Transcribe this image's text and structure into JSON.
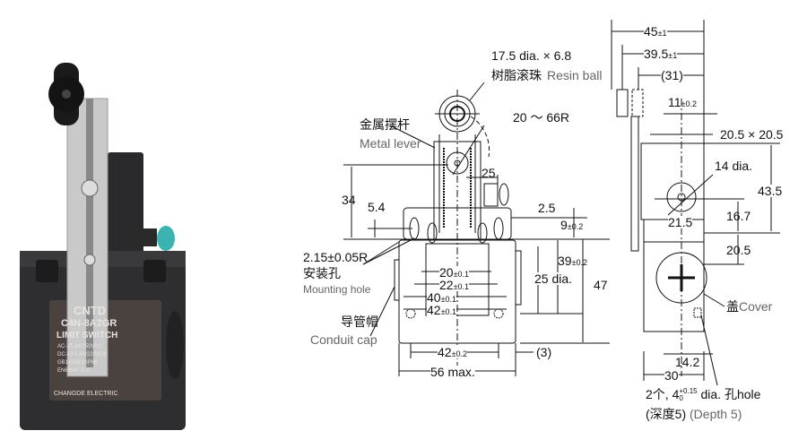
{
  "photo": {
    "brand": "CNTD",
    "model": "C4N-8A2GR",
    "type": "LIMIT SWITCH",
    "spec_lines": [
      "AC-15  3A/250VAC",
      "DC-13  0.3A/220VDC",
      "GB14048.5  IP66",
      "EN60947-5-1"
    ],
    "maker": "CHANGDE ELECTRIC",
    "colors": {
      "body": "#2e2e30",
      "plate": "#4a423f",
      "button": "#3bb3b0",
      "lever": "#c9c9c9"
    }
  },
  "front_view": {
    "roller": {
      "dim": "17.5 dia. × 6.8",
      "cn": "树脂滚珠",
      "en": "Resin ball"
    },
    "lever": {
      "cn": "金属摆杆",
      "en": "Metal lever"
    },
    "radius": "20 ～ 66R",
    "dims": {
      "d25": "25",
      "d34": "34",
      "d54": "5.4",
      "d25b": "2.5",
      "d9": "9",
      "d9_tol": "±0.2",
      "d20": "20",
      "d22": "22",
      "d40": "40",
      "d42": "42",
      "tol01": "±0.1",
      "d39": "39",
      "d39_tol": "±0.2",
      "dia25": "25 dia.",
      "d47": "47",
      "d42b": "42",
      "d42b_tol": "±0.2",
      "d3": "(3)",
      "d56": "56 max."
    },
    "mounting": {
      "dim": "2.15±0.05R",
      "cn": "安装孔",
      "en": "Mounting hole"
    },
    "conduit": {
      "cn": "导管帽",
      "en": "Conduit cap"
    }
  },
  "side_view": {
    "dims": {
      "d45": "45",
      "d45_tol": "±1",
      "d395": "39.5",
      "d395_tol": "±1",
      "d31": "(31)",
      "d11": "11",
      "d11_tol": "±0.2",
      "d205sq": "20.5 × 20.5",
      "dia14": "14 dia.",
      "d435": "43.5",
      "d167": "16.7",
      "d215": "21.5",
      "d205": "20.5",
      "d142": "14.2",
      "d30": "30"
    },
    "cover": {
      "cn": "盖",
      "en": "Cover"
    },
    "hole": {
      "prefix": "2个, 4",
      "tol_up": "+0.15",
      "tol_dn": "0",
      "suffix": " dia. 孔hole",
      "depth_cn": "(深度5)",
      "depth_en": "(Depth 5)"
    }
  }
}
